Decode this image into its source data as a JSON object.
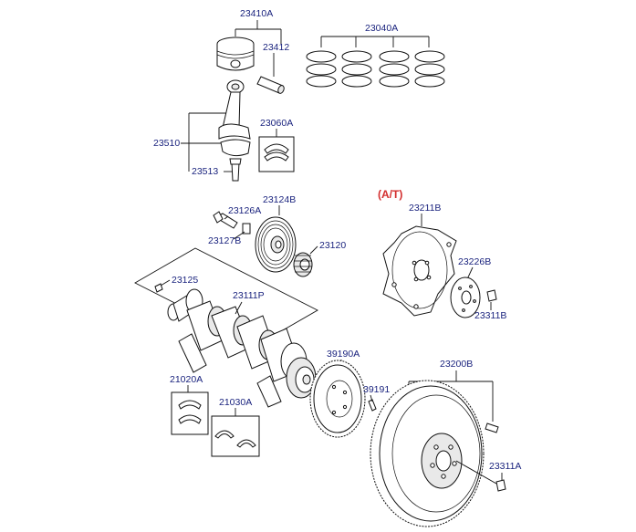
{
  "labels": {
    "piston_assy": "23410A",
    "piston_pin": "23412",
    "ring_set": "23040A",
    "conrod_assy": "23510",
    "conrod_bearing": "23060A",
    "conrod_bolt": "23513",
    "pulley_bolt": "23126A",
    "pulley_washer": "23127B",
    "damper_pulley": "23124B",
    "sprocket": "23120",
    "key": "23125",
    "crankshaft": "23111P",
    "at_tag": "(A/T)",
    "drive_plate": "23211B",
    "adapter_plate": "23226B",
    "at_bolt": "23311B",
    "main_bearing": "21020A",
    "thrust_bearing": "21030A",
    "ring_gear": "39190A",
    "ring_gear_bolt": "39191",
    "flywheel": "23200B",
    "flywheel_bolt": "23311A"
  }
}
